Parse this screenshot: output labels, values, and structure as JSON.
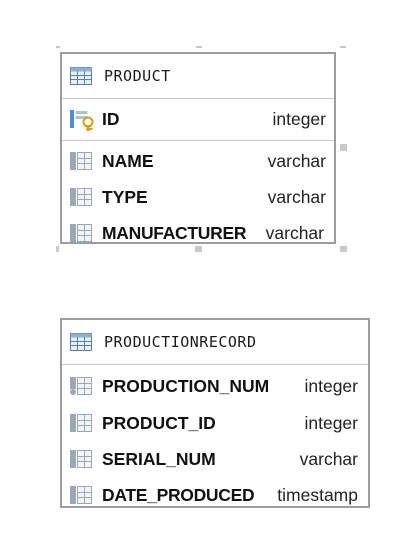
{
  "entities": [
    {
      "title": "PRODUCT",
      "columns": [
        {
          "name": "ID",
          "type": "integer",
          "key": "primary"
        },
        {
          "name": "NAME",
          "type": "varchar",
          "key": "none"
        },
        {
          "name": "TYPE",
          "type": "varchar",
          "key": "none"
        },
        {
          "name": "MANUFACTURER",
          "type": "varchar",
          "key": "none"
        }
      ]
    },
    {
      "title": "PRODUCTIONRECORD",
      "columns": [
        {
          "name": "PRODUCTION_NUM",
          "type": "integer",
          "key": "primary-partial"
        },
        {
          "name": "PRODUCT_ID",
          "type": "integer",
          "key": "none"
        },
        {
          "name": "SERIAL_NUM",
          "type": "varchar",
          "key": "none"
        },
        {
          "name": "DATE_PRODUCED",
          "type": "timestamp",
          "key": "none"
        }
      ]
    }
  ],
  "icons": {
    "table": "table-icon",
    "column": "column-icon",
    "primary_key": "primary-key-icon"
  },
  "colors": {
    "border": "#9e9e9e",
    "icon_blue": "#4a90d9",
    "key_gold": "#d4a017",
    "handle": "#c9c9c9"
  }
}
